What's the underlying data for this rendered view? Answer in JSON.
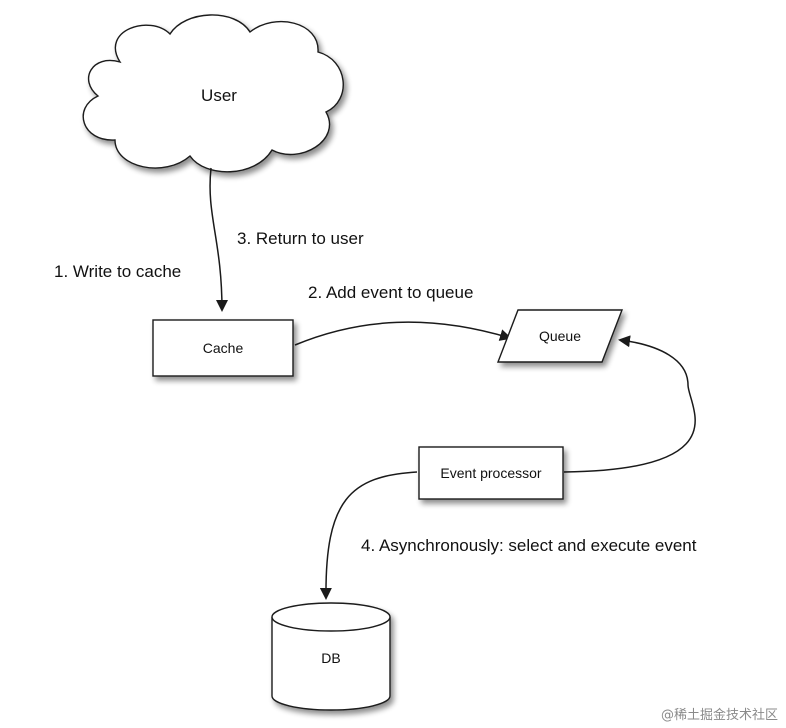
{
  "nodes": {
    "user": "User",
    "cache": "Cache",
    "queue": "Queue",
    "event_processor": "Event processor",
    "db": "DB"
  },
  "edges": {
    "write_to_cache": "1. Write to cache",
    "add_event_to_queue": "2. Add event to queue",
    "return_to_user": "3. Return to user",
    "async_execute": "4. Asynchronously: select and execute event"
  },
  "watermark": "@稀土掘金技术社区",
  "colors": {
    "stroke": "#1a1a1a",
    "shadow": "#9a9a9a",
    "fill": "#ffffff"
  }
}
